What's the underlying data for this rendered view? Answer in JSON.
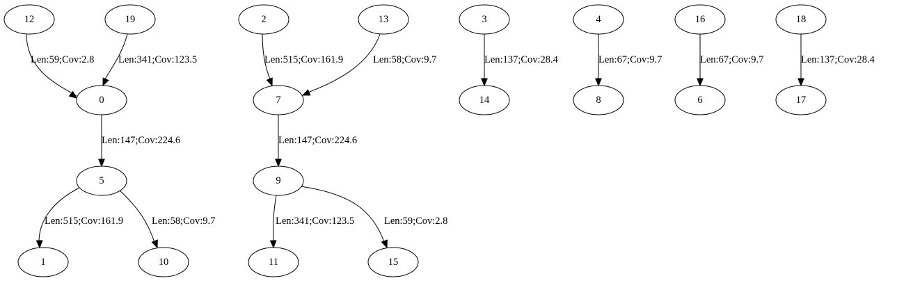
{
  "graph": {
    "nodes": [
      {
        "id": "12",
        "label": "12"
      },
      {
        "id": "19",
        "label": "19"
      },
      {
        "id": "0",
        "label": "0"
      },
      {
        "id": "5",
        "label": "5"
      },
      {
        "id": "1",
        "label": "1"
      },
      {
        "id": "10",
        "label": "10"
      },
      {
        "id": "2",
        "label": "2"
      },
      {
        "id": "13",
        "label": "13"
      },
      {
        "id": "7",
        "label": "7"
      },
      {
        "id": "9",
        "label": "9"
      },
      {
        "id": "11",
        "label": "11"
      },
      {
        "id": "15",
        "label": "15"
      },
      {
        "id": "3",
        "label": "3"
      },
      {
        "id": "14",
        "label": "14"
      },
      {
        "id": "4",
        "label": "4"
      },
      {
        "id": "8",
        "label": "8"
      },
      {
        "id": "16",
        "label": "16"
      },
      {
        "id": "6",
        "label": "6"
      },
      {
        "id": "18",
        "label": "18"
      },
      {
        "id": "17",
        "label": "17"
      }
    ],
    "edges": [
      {
        "from": "12",
        "to": "0",
        "label": "Len:59;Cov:2.8"
      },
      {
        "from": "19",
        "to": "0",
        "label": "Len:341;Cov:123.5"
      },
      {
        "from": "0",
        "to": "5",
        "label": "Len:147;Cov:224.6"
      },
      {
        "from": "5",
        "to": "1",
        "label": "Len:515;Cov:161.9"
      },
      {
        "from": "5",
        "to": "10",
        "label": "Len:58;Cov:9.7"
      },
      {
        "from": "2",
        "to": "7",
        "label": "Len:515;Cov:161.9"
      },
      {
        "from": "13",
        "to": "7",
        "label": "Len:58;Cov:9.7"
      },
      {
        "from": "7",
        "to": "9",
        "label": "Len:147;Cov:224.6"
      },
      {
        "from": "9",
        "to": "11",
        "label": "Len:341;Cov:123.5"
      },
      {
        "from": "9",
        "to": "15",
        "label": "Len:59;Cov:2.8"
      },
      {
        "from": "3",
        "to": "14",
        "label": "Len:137;Cov:28.4"
      },
      {
        "from": "4",
        "to": "8",
        "label": "Len:67;Cov:9.7"
      },
      {
        "from": "16",
        "to": "6",
        "label": "Len:67;Cov:9.7"
      },
      {
        "from": "18",
        "to": "17",
        "label": "Len:137;Cov:28.4"
      }
    ]
  }
}
